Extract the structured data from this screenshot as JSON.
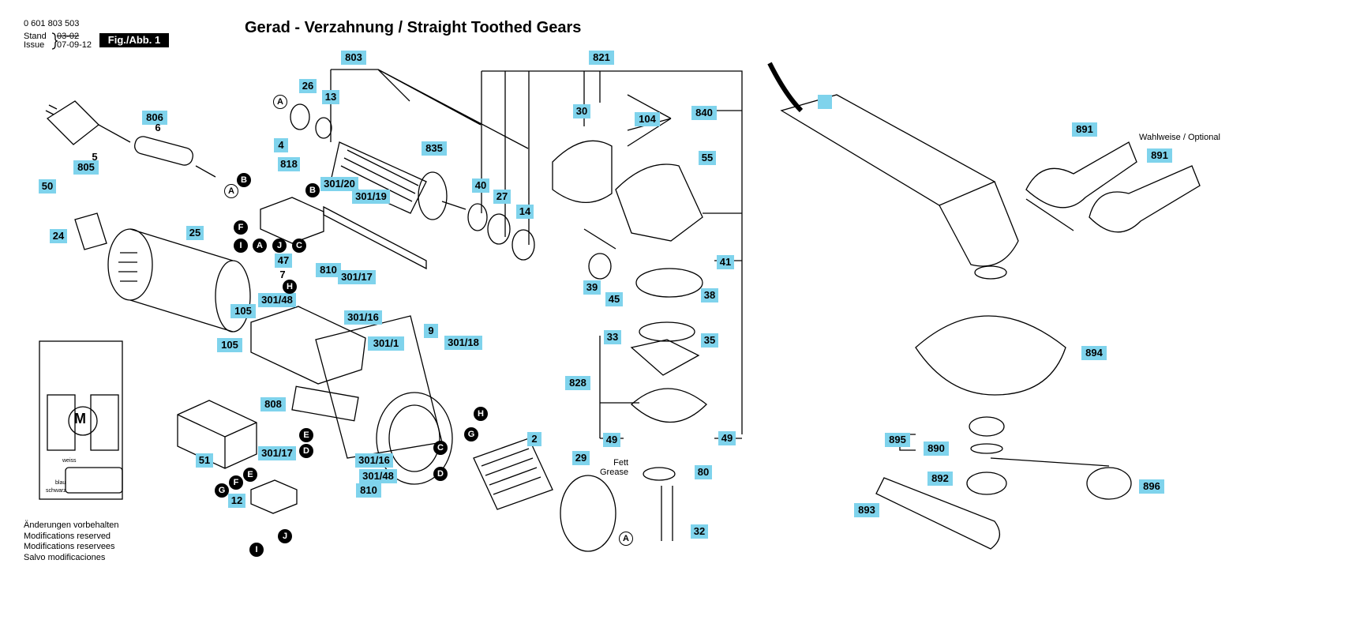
{
  "header": {
    "part_number": "0 601 803 503",
    "stand_label": "Stand",
    "issue_label": "Issue",
    "stand_date": "03-02",
    "issue_date": "07-09-12",
    "fig_label": "Fig./Abb. 1"
  },
  "title": "Gerad - Verzahnung / Straight Toothed Gears",
  "notes": [
    "Änderungen vorbehalten",
    "Modifications reserved",
    "Modifications reservees",
    "Salvo modificaciones"
  ],
  "optional_label": "Wahlweise / Optional",
  "fett_label": "Fett",
  "grease_label": "Grease",
  "motor_symbol": "M",
  "wire_labels": [
    "weiss",
    "blau",
    "schwarz"
  ],
  "parts": [
    "803",
    "821",
    "26",
    "13",
    "806",
    "6",
    "5",
    "805",
    "835",
    "30",
    "104",
    "840",
    "891",
    "891",
    "55",
    "50",
    "4",
    "818",
    "301/20",
    "301/19",
    "40",
    "27",
    "14",
    "24",
    "25",
    "47",
    "7",
    "810",
    "301/17",
    "301/48",
    "105",
    "105",
    "301/16",
    "301/1",
    "9",
    "301/18",
    "41",
    "39",
    "45",
    "38",
    "33",
    "35",
    "894",
    "828",
    "808",
    "2",
    "29",
    "51",
    "301/17",
    "301/16",
    "301/48",
    "810",
    "12",
    "49",
    "49",
    "80",
    "32",
    "895",
    "890",
    "892",
    "896",
    "893"
  ],
  "connectors": [
    "A",
    "B",
    "B",
    "F",
    "I",
    "A",
    "J",
    "C",
    "H",
    "A",
    "H",
    "G",
    "C",
    "D",
    "E",
    "D",
    "G",
    "F",
    "E",
    "I",
    "J"
  ],
  "colors": {
    "label_bg": "#7fd3ec",
    "line": "#000000"
  }
}
